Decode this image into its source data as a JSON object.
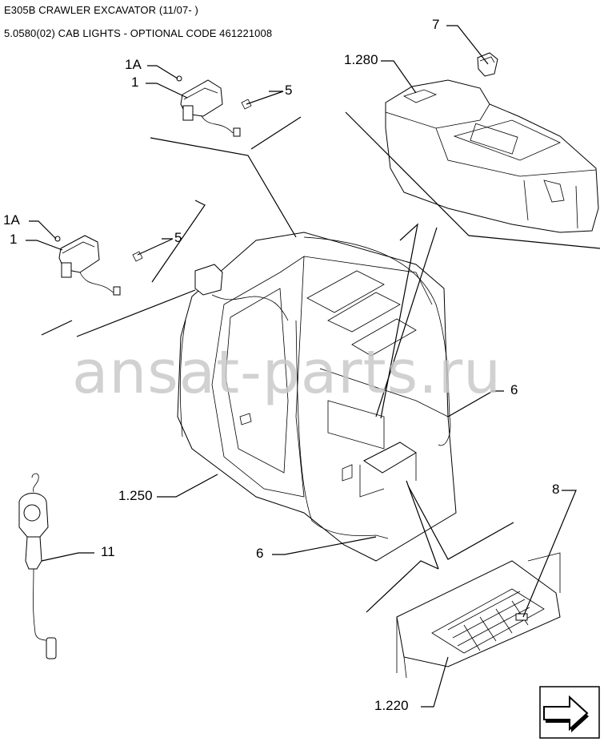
{
  "header": {
    "line1": "E305B CRAWLER EXCAVATOR (11/07- )",
    "line2": "5.0580(02) CAB LIGHTS - OPTIONAL CODE 461221008"
  },
  "watermark": "ansat-parts.ru",
  "callouts": {
    "c_7": "7",
    "c_1280": "1.280",
    "c_1a_top": "1A",
    "c_1_top": "1",
    "c_5_top": "5",
    "c_1a_left": "1A",
    "c_1_left": "1",
    "c_5_left": "5",
    "c_6_right": "6",
    "c_1250": "1.250",
    "c_11": "11",
    "c_6_bottom": "6",
    "c_8": "8",
    "c_1220": "1.220"
  },
  "icons": {
    "nav": "next-page-arrow-icon"
  }
}
